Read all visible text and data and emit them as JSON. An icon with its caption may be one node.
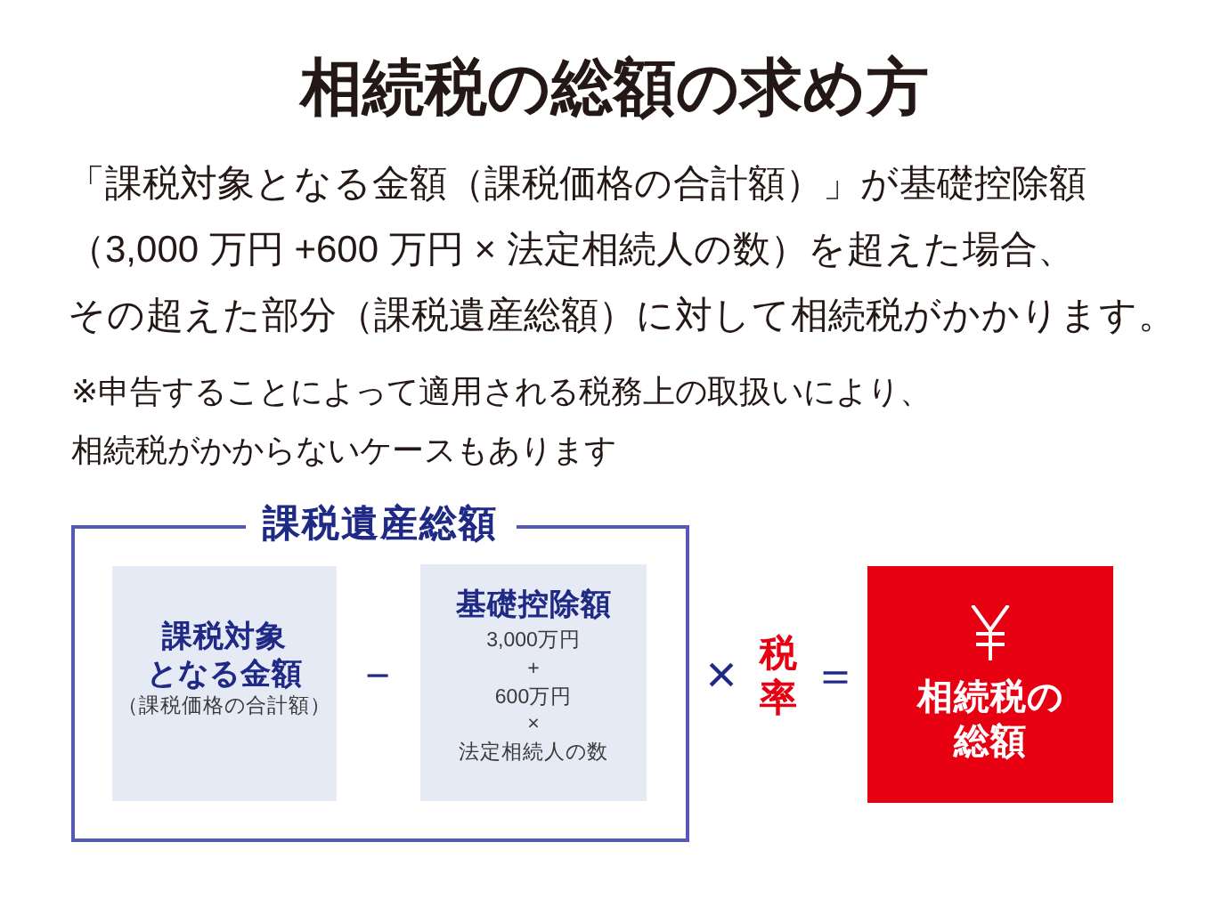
{
  "diagram": {
    "title": "相続税の総額の求め方",
    "nodes": [
      {
        "text": [
          "課税遺産総額"
        ]
      },
      {
        "text": [
          "課税対象となる金額",
          "（課税価格の合計額）"
        ],
        "in": 0
      },
      {
        "text": [
          "基礎控除額",
          "3,000万円",
          "+",
          "600万円",
          "×",
          "法定相続人の数"
        ],
        "in": 0
      },
      {
        "text": [
          "相続税の総額"
        ]
      }
    ],
    "labels": [
      "「課税対象となる金額（課税価格の合計額）」が基礎控除額（3,000 万円 +600 万円 × 法定相続人の数）を超えた場合、その超えた部分（課税遺産総額）に対して相続税がかかります。",
      "※申告することによって適用される税務上の取扱いにより、相続税がかからないケースもあります",
      "－",
      "×",
      "税率",
      "＝"
    ]
  }
}
